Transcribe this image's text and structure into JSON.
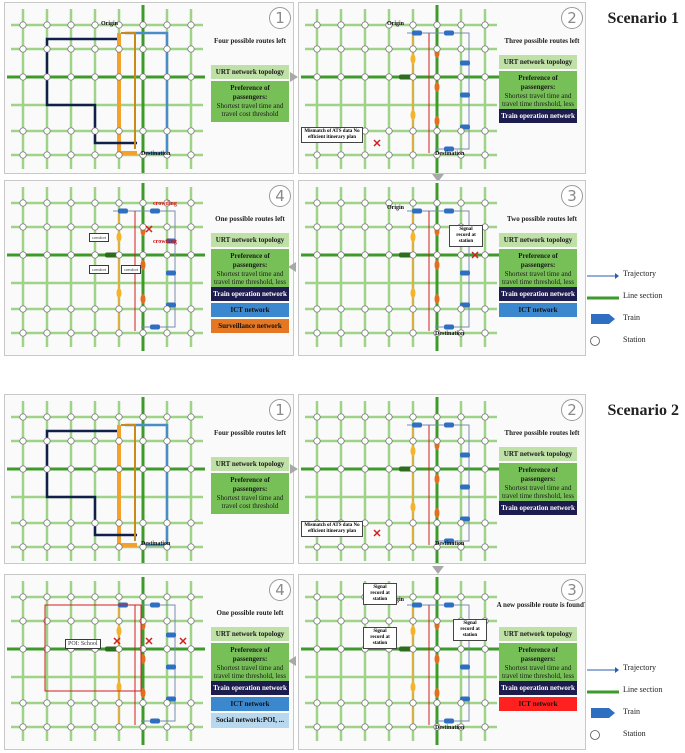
{
  "scenarios": [
    {
      "title": "Scenario 1",
      "panels": [
        {
          "num": "1",
          "status": "Four possible routes left",
          "layers": [
            "URT network topology",
            "Preference of passengers:|Shortest travel time and travel cost threshold"
          ],
          "origin": "Origin",
          "destination": "Destination"
        },
        {
          "num": "2",
          "status": "Three possible routes left",
          "layers": [
            "URT network topology",
            "Preference of passengers:|Shortest travel time and travel time threshold, less times of transfer",
            "Train operation network"
          ],
          "origin": "Origin",
          "destination": "Destination",
          "note": "Mismatch of ATS data No efficient itinerary plan"
        },
        {
          "num": "3",
          "status": "Two possible routes left",
          "layers": [
            "URT network topology",
            "Preference of passengers:|Shortest travel time and travel time threshold, less times of transfer",
            "Train operation network",
            "ICT network"
          ],
          "origin": "Origin",
          "destination": "Destination",
          "note": "Signal record at station"
        },
        {
          "num": "4",
          "status": "One possible routes left",
          "layers": [
            "URT network topology",
            "Preference of passengers:|Shortest travel time and travel time threshold, less times of transfer",
            "Train operation network",
            "ICT network",
            "Surveillance network"
          ],
          "origin": "",
          "destination": "",
          "marks": {
            "crowding": "crowding",
            "comfort": "comfort"
          }
        }
      ]
    },
    {
      "title": "Scenario 2",
      "panels": [
        {
          "num": "1",
          "status": "Four possible routes left",
          "layers": [
            "URT network topology",
            "Preference of passengers:|Shortest travel time and travel cost threshold"
          ],
          "origin": "Origin",
          "destination": "Destination"
        },
        {
          "num": "2",
          "status": "Three possible routes left",
          "layers": [
            "URT network topology",
            "Preference of passengers:|Shortest travel time and travel time threshold, less times of transfer",
            "Train operation network"
          ],
          "origin": "Origin",
          "destination": "Destination",
          "note": "Mismatch of ATS data No efficient itinerary plan"
        },
        {
          "num": "3",
          "status": "A new possible route is found?",
          "layers": [
            "URT network topology",
            "Preference of passengers:|Shortest travel time and travel time threshold, less times of transfer",
            "Train operation network",
            "ICT network"
          ],
          "origin": "Origin",
          "destination": "Destination",
          "note": "Signal record at station"
        },
        {
          "num": "4",
          "status": "One possible route left",
          "layers": [
            "URT network topology",
            "Preference of passengers:|Shortest travel time and travel time threshold, less times of transfer",
            "Train operation network",
            "ICT network",
            "Social network:|POI, ..."
          ],
          "origin": "",
          "destination": "",
          "poi": "POI: School"
        }
      ]
    }
  ],
  "legend": [
    {
      "label": "Trajectory",
      "icon": "arrow-line-icon",
      "color": "#2a5db0"
    },
    {
      "label": "Line section",
      "icon": "line-section-icon",
      "color": "#3d9b2a"
    },
    {
      "label": "Train",
      "icon": "train-icon",
      "color": "#2f6fc2"
    },
    {
      "label": "Station",
      "icon": "station-icon",
      "color": "#ffffff"
    }
  ],
  "colors": {
    "grid_light": "#9fd488",
    "grid_dark": "#3d9b2a",
    "route_orange": "#f2a12c",
    "route_blue": "#4a8cc8",
    "route_navy": "#10204a",
    "route_red": "#d02020",
    "train": "#2f6fc2"
  }
}
